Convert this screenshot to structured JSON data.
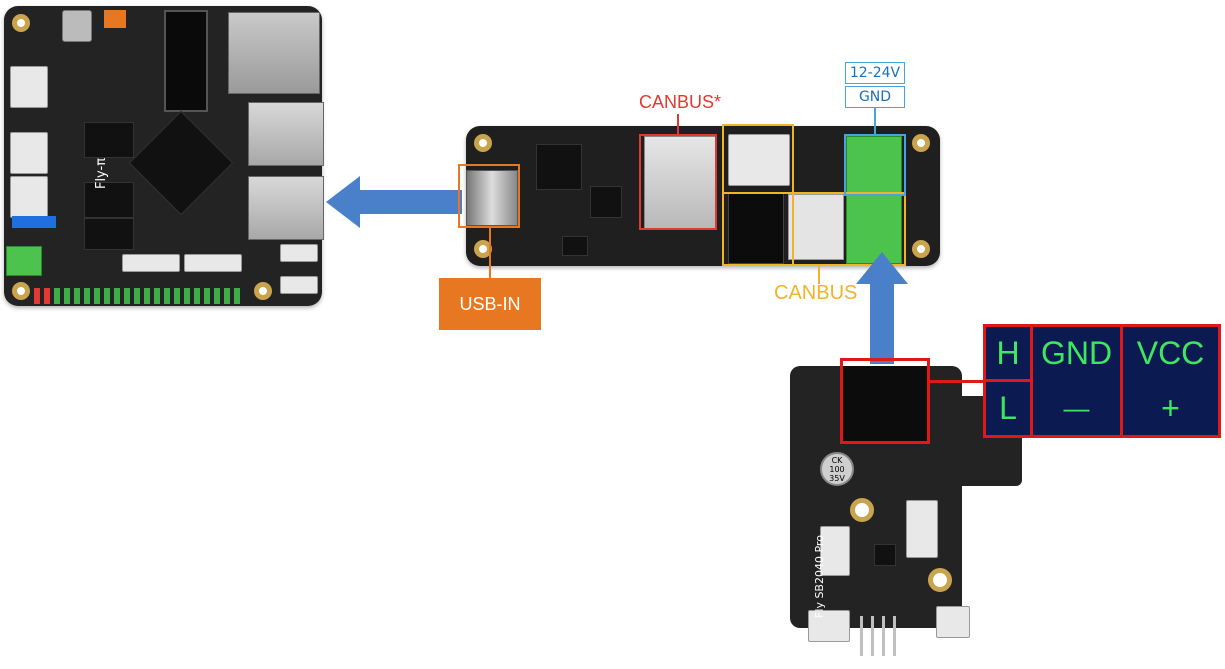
{
  "labels": {
    "usb_in": "USB-IN",
    "canbus_star": "CANBUS*",
    "canbus": "CANBUS",
    "power_voltage": "12-24V",
    "power_gnd": "GND"
  },
  "pinout_table": {
    "h": "H",
    "l": "L",
    "gnd": "GND",
    "minus": "—",
    "vcc": "VCC",
    "plus": "+"
  },
  "board_silkscreen": {
    "main_board": "Fly-π",
    "toolhead_board": "Fly SB2040 Pro",
    "cap_line1": "CK",
    "cap_line2": "100",
    "cap_line3": "35V"
  },
  "colors": {
    "arrow": "#4a7fc9",
    "usb_highlight": "#e87722",
    "canbus_star_highlight": "#e03a2e",
    "canbus_highlight": "#f0b429",
    "power_highlight": "#4aa3df",
    "table_bg": "#0c1a52",
    "table_text": "#3ee85e",
    "table_border": "#e01818"
  }
}
